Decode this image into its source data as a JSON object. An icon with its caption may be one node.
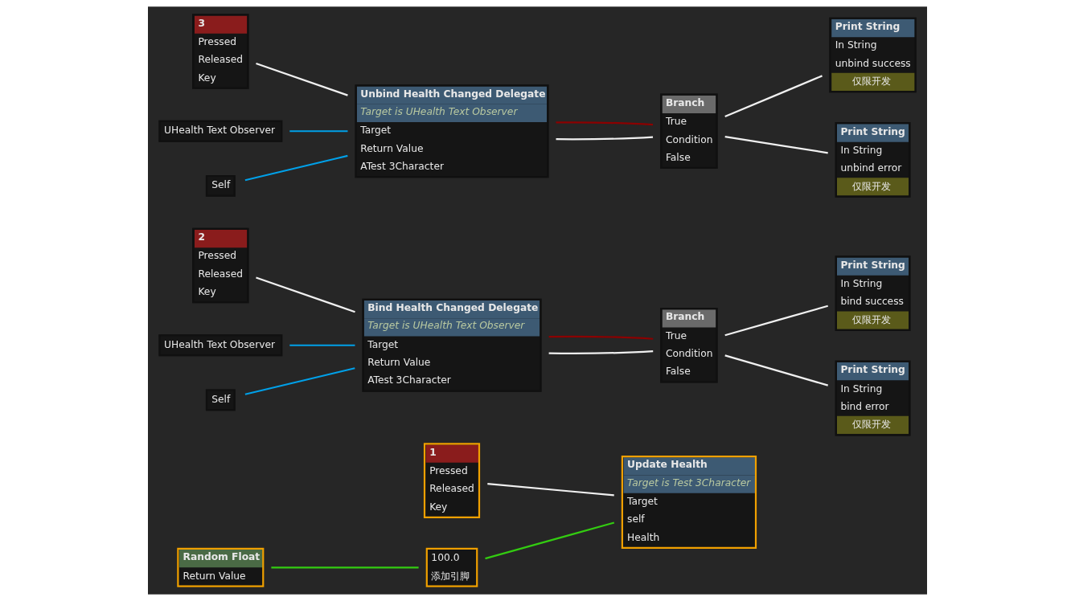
{
  "diagram": {
    "nodes": [
      {
        "text": [
          "1",
          "Pressed",
          "Released",
          "Key"
        ]
      },
      {
        "text": [
          "Update Health",
          "Target is Test 3Character",
          "Target",
          "self",
          "Health"
        ]
      },
      {
        "text": [
          "Random Float",
          "Return Value"
        ]
      },
      {
        "text": [
          "100.0",
          "添加引脚"
        ]
      },
      {
        "text": [
          "2",
          "Pressed",
          "Released",
          "Key"
        ]
      },
      {
        "text": [
          "Bind Health Changed Delegate",
          "Target is UHealth Text Observer",
          "Target",
          "Return Value",
          "ATest 3Character"
        ]
      },
      {
        "text": [
          "Branch",
          "True",
          "Condition",
          "False"
        ]
      },
      {
        "text": [
          "Print String",
          "In String",
          "bind success",
          "仅限开发"
        ]
      },
      {
        "text": [
          "UHealth Text Observer"
        ]
      },
      {
        "text": [
          "Print String",
          "In String",
          "bind error",
          "仅限开发"
        ]
      },
      {
        "text": [
          "Self"
        ]
      },
      {
        "text": [
          "3",
          "Pressed",
          "Released",
          "Key"
        ]
      },
      {
        "text": [
          "Unbind Health Changed Delegate",
          "Target is UHealth Text Observer",
          "Target",
          "Return Value",
          "ATest 3Character"
        ]
      },
      {
        "text": [
          "Branch",
          "True",
          "Condition",
          "False"
        ]
      },
      {
        "text": [
          "Print String",
          "In String",
          "unbind success",
          "仅限开发"
        ]
      },
      {
        "text": [
          "Print String",
          "In String",
          "unbind error",
          "仅限开发"
        ]
      },
      {
        "text": [
          "UHealth Text Observer"
        ]
      },
      {
        "text": [
          "Self"
        ]
      }
    ],
    "edges": [
      {
        "from": 0,
        "to": 1,
        "arrow": "none"
      },
      {
        "from": 2,
        "to": 3,
        "arrow": "none",
        "color": "#33cc11"
      },
      {
        "from": 3,
        "to": 1,
        "arrow": "none",
        "color": "#33cc11"
      },
      {
        "from": 4,
        "to": 5,
        "arrow": "none"
      },
      {
        "from": 5,
        "to": 6,
        "arrow": "none"
      },
      {
        "from": 5,
        "to": 6,
        "arrow": "none",
        "color": "#8b0000"
      },
      {
        "from": 6,
        "to": 7,
        "arrow": "none"
      },
      {
        "from": 6,
        "to": 9,
        "arrow": "none"
      },
      {
        "from": 8,
        "to": 5,
        "arrow": "none",
        "color": "#00a0e8"
      },
      {
        "from": 10,
        "to": 5,
        "arrow": "none",
        "color": "#00a0e8"
      },
      {
        "from": 11,
        "to": 12,
        "arrow": "none"
      },
      {
        "from": 12,
        "to": 13,
        "arrow": "none"
      },
      {
        "from": 12,
        "to": 13,
        "arrow": "none",
        "color": "#8b0000"
      },
      {
        "from": 13,
        "to": 14,
        "arrow": "none"
      },
      {
        "from": 13,
        "to": 15,
        "arrow": "none"
      },
      {
        "from": 16,
        "to": 12,
        "arrow": "none",
        "color": "#00a0e8"
      },
      {
        "from": 17,
        "to": 12,
        "arrow": "none",
        "color": "#00a0e8"
      }
    ]
  }
}
